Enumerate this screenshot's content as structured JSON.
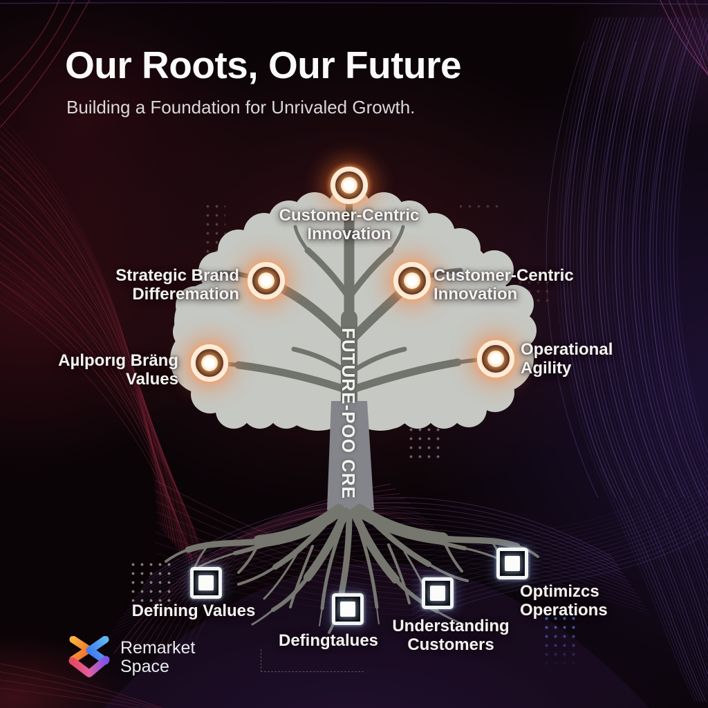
{
  "header": {
    "title": "Our Roots, Our Future",
    "subtitle": "Building a Foundation for Unrivaled Growth."
  },
  "tree": {
    "trunk_label": "FUTURE-POO CRE"
  },
  "branch_labels": [
    {
      "position": "top",
      "lines": [
        "Customer-Centric",
        "Innovation"
      ]
    },
    {
      "position": "upper-left",
      "lines": [
        "Strategic Brand",
        "Differemation"
      ]
    },
    {
      "position": "upper-right",
      "lines": [
        "Customer-Centric",
        "Innovation"
      ]
    },
    {
      "position": "lower-left",
      "lines": [
        "Aµlporıg Bräng",
        "Values"
      ]
    },
    {
      "position": "lower-right",
      "lines": [
        "Operational",
        "Agility"
      ]
    }
  ],
  "root_labels": [
    {
      "lines": [
        "Defining Values"
      ]
    },
    {
      "lines": [
        "Defingtalues"
      ]
    },
    {
      "lines": [
        "Understanding",
        "Customers"
      ]
    },
    {
      "lines": [
        "Optimizcs",
        "Operations"
      ]
    }
  ],
  "logo": {
    "lines": [
      "Remarket",
      "Space"
    ]
  },
  "icons": {
    "branch_marker": "glow-ring-icon",
    "root_marker": "square-marker-icon",
    "logo_mark": "remarket-space-logo"
  },
  "colors": {
    "background": "#0a0407",
    "canopy": "#c6c8c3",
    "branches": "#71746d",
    "trunk": "#83858a",
    "roots": "#75776f",
    "glow_accent": "#ff9a50",
    "ring_white": "#fff3e6",
    "square_white": "#f2f5f3",
    "red_waves": "#7c2336",
    "purple_waves": "#4b3f85",
    "pink_mesh": "#c2497e",
    "hill_arcs": "#8a5cc0",
    "blue_dots": "#5a82dc"
  }
}
